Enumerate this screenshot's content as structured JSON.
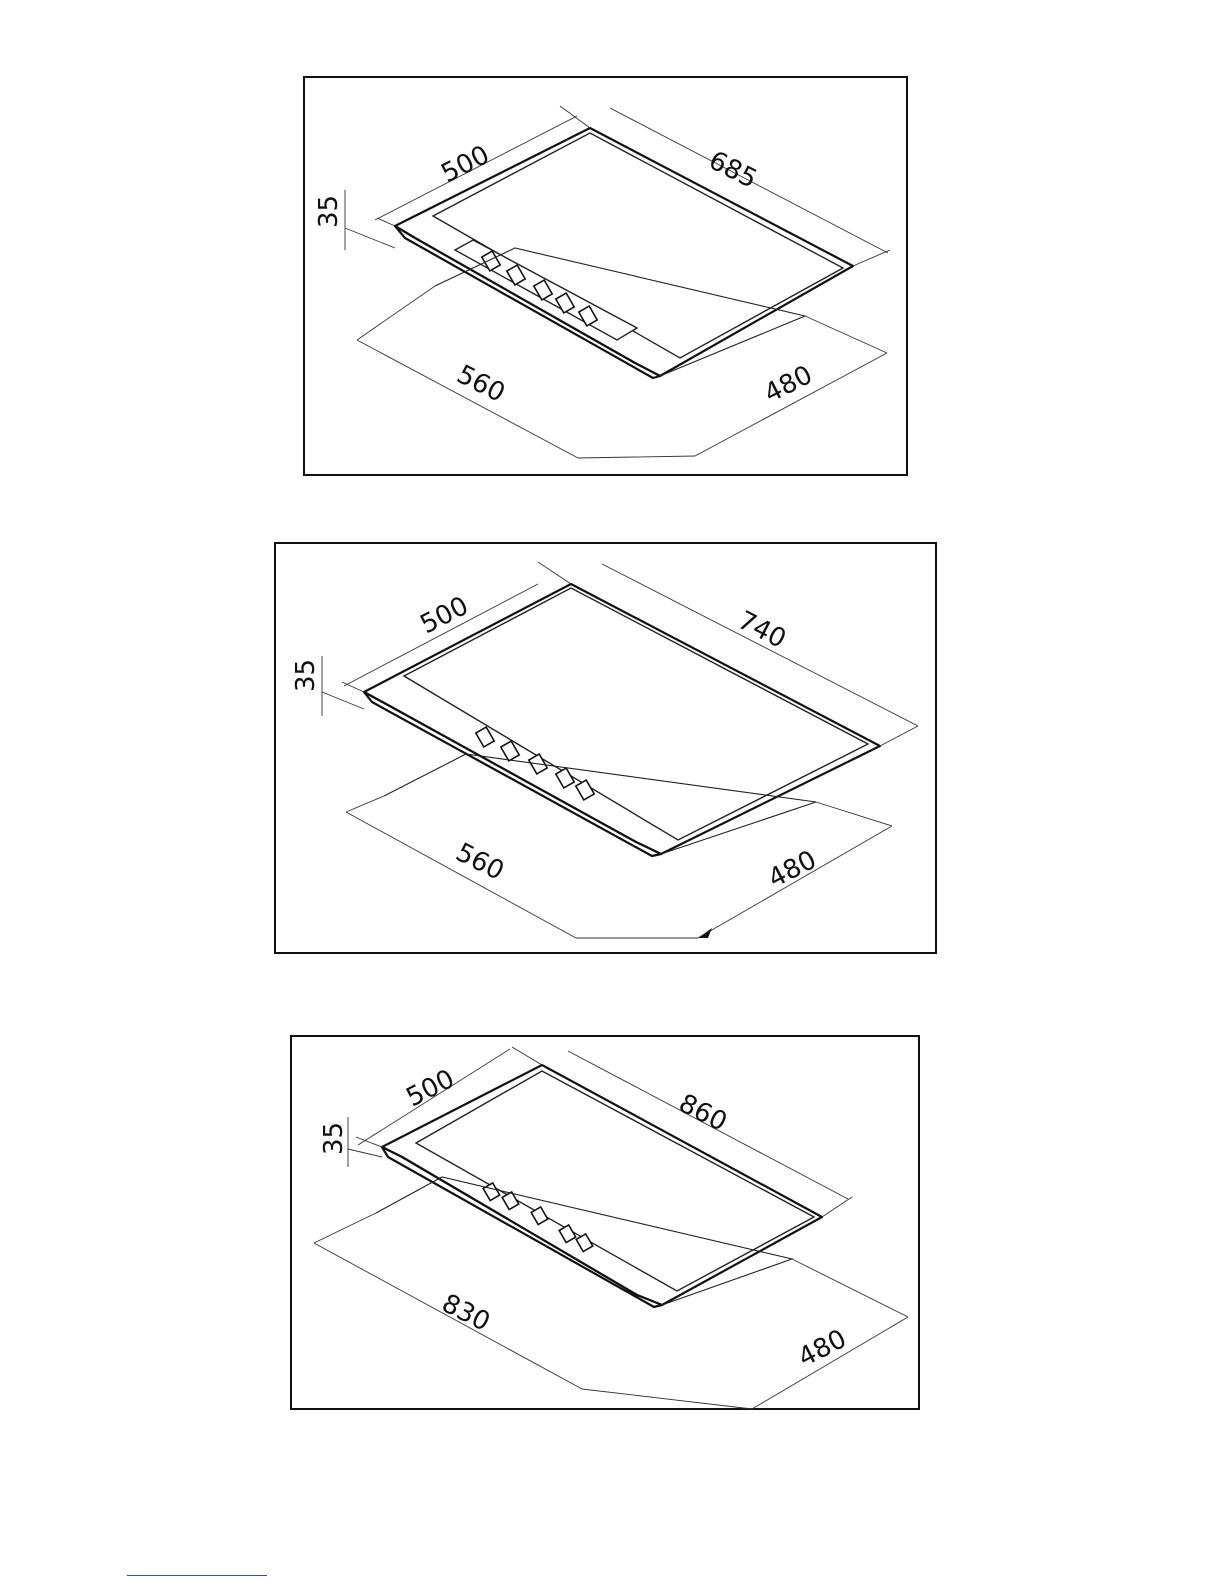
{
  "diagrams": [
    {
      "id": "hob-685",
      "dims": {
        "width_top": "500",
        "length_top": "685",
        "height": "35",
        "cutout_length": "560",
        "cutout_width": "480"
      }
    },
    {
      "id": "hob-740",
      "dims": {
        "width_top": "500",
        "length_top": "740",
        "height": "35",
        "cutout_length": "560",
        "cutout_width": "480"
      }
    },
    {
      "id": "hob-860",
      "dims": {
        "width_top": "500",
        "length_top": "860",
        "height": "35",
        "cutout_length": "830",
        "cutout_width": "480"
      }
    }
  ]
}
